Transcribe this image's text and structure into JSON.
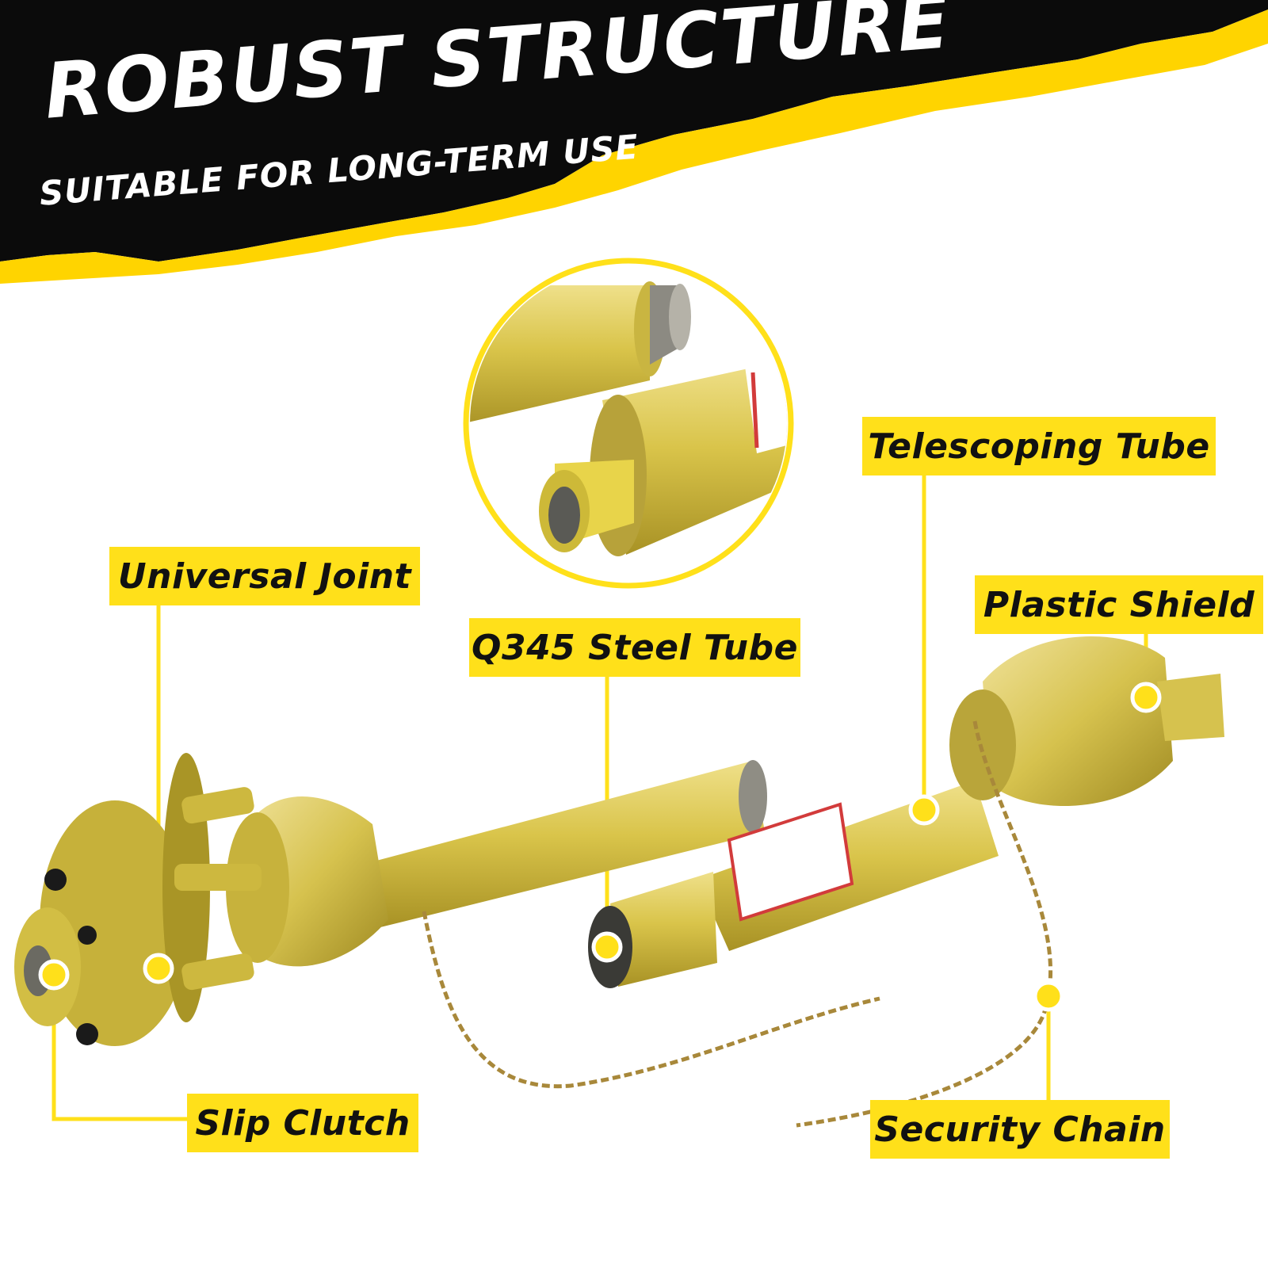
{
  "banner": {
    "title": "ROBUST STRUCTURE",
    "subtitle": "SUITABLE FOR LONG-TERM USE"
  },
  "callouts": {
    "telescoping_tube": "Telescoping Tube",
    "universal_joint": "Universal Joint",
    "plastic_shield": "Plastic Shield",
    "steel_tube": "Q345 Steel Tube",
    "slip_clutch": "Slip Clutch",
    "security_chain": "Security Chain"
  },
  "colors": {
    "accent_yellow": "#ffe01a",
    "banner_black": "#0b0b0b",
    "shaft_yellow": "#d6bf3a"
  }
}
